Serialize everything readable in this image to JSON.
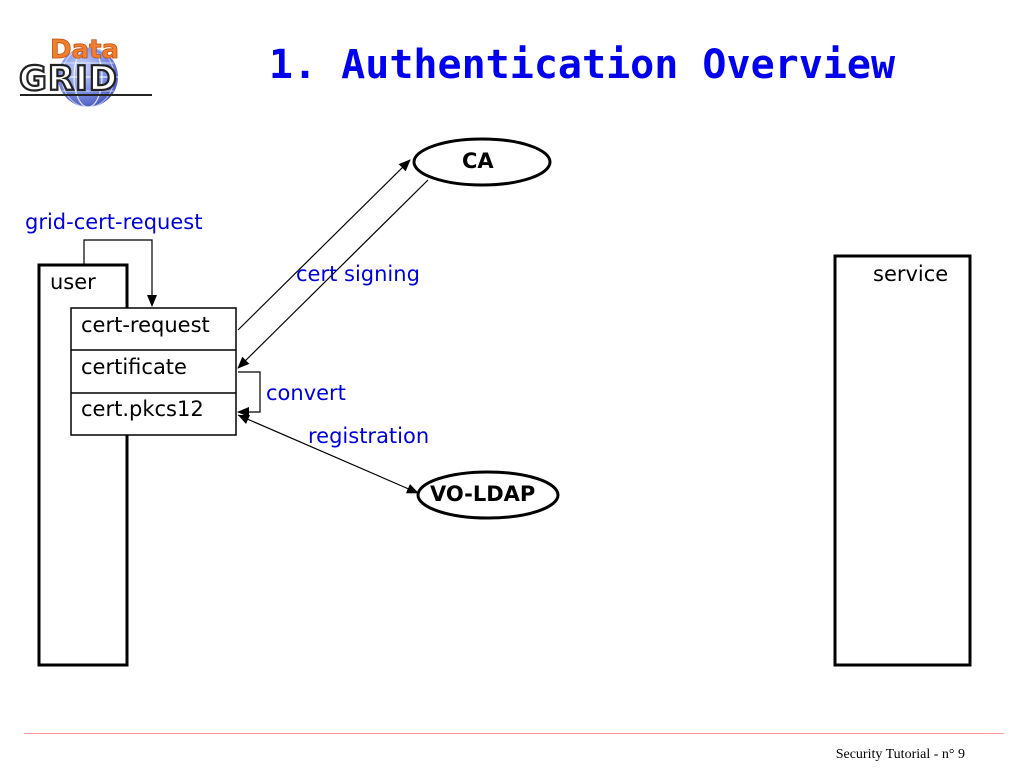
{
  "logo": {
    "top_text": "Data",
    "bottom_text": "GRID"
  },
  "title": "1. Authentication Overview",
  "nodes": {
    "ca": "CA",
    "vo_ldap": "VO-LDAP",
    "user": "user",
    "service": "service",
    "cert_request": "cert-request",
    "certificate": "certificate",
    "cert_pkcs12": "cert.pkcs12"
  },
  "edges": {
    "grid_cert_request": "grid-cert-request",
    "cert_signing": "cert signing",
    "convert": "convert",
    "registration": "registration"
  },
  "footer": "Security Tutorial - n° 9",
  "colors": {
    "title": "#0000ee",
    "edge_labels": "#0000dd",
    "footer_line": "#ff9999"
  }
}
